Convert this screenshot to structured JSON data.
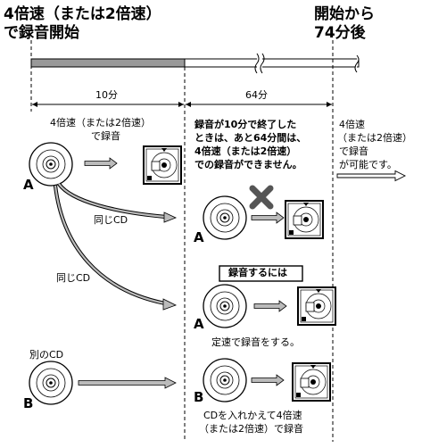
{
  "header": {
    "left_line1": "4倍速（または2倍速）",
    "left_line2": "で録音開始",
    "right_line1": "開始から",
    "right_line2": "74分後"
  },
  "timeline": {
    "seg1_label": "10分",
    "seg2_label": "64分"
  },
  "notes": {
    "first_line1": "4倍速（または2倍速）",
    "first_line2": "で録音",
    "warning": [
      "録音が10分で終了した",
      "ときは、あと64分間は、",
      "4倍速（または2倍速）",
      "での録音ができません。"
    ],
    "right": [
      "4倍速",
      "（または2倍速）",
      "で録音",
      "が可能です。"
    ]
  },
  "labels": {
    "disc_a1": "A",
    "disc_a2": "A",
    "disc_a3": "A",
    "disc_b1": "B",
    "disc_b2": "B",
    "same_cd_1": "同じCD",
    "same_cd_2": "同じCD",
    "other_cd": "別のCD",
    "how_to": "録音するには",
    "normal_speed": "定速で録音をする。",
    "swap_line1": "CDを入れかえて4倍速",
    "swap_line2": "（または2倍速）で録音"
  }
}
